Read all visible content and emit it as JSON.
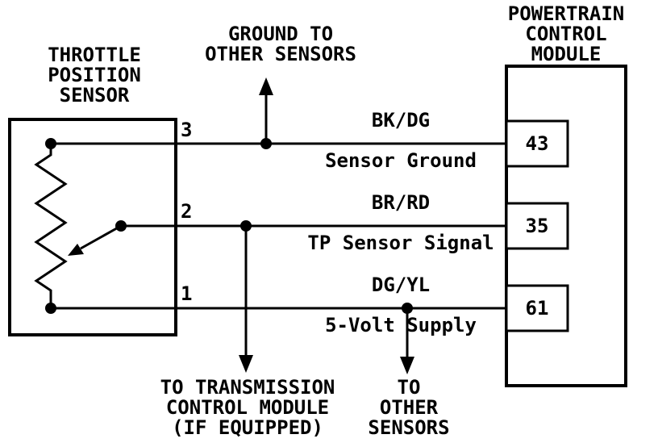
{
  "tps": {
    "title": "THROTTLE\nPOSITION\nSENSOR"
  },
  "pcm": {
    "title": "POWERTRAIN\nCONTROL\nMODULE"
  },
  "notes": {
    "ground": "GROUND TO\nOTHER SENSORS",
    "transmission": "TO TRANSMISSION\nCONTROL MODULE\n(IF EQUIPPED)",
    "other_sensors": "TO\nOTHER\nSENSORS"
  },
  "wires": [
    {
      "terminal": "3",
      "color_code": "BK/DG",
      "signal": "Sensor Ground",
      "pcm_pin": "43"
    },
    {
      "terminal": "2",
      "color_code": "BR/RD",
      "signal": "TP Sensor Signal",
      "pcm_pin": "35"
    },
    {
      "terminal": "1",
      "color_code": "DG/YL",
      "signal": "5-Volt Supply",
      "pcm_pin": "61"
    }
  ],
  "colors": {
    "line": "#000000",
    "background": "#ffffff"
  }
}
